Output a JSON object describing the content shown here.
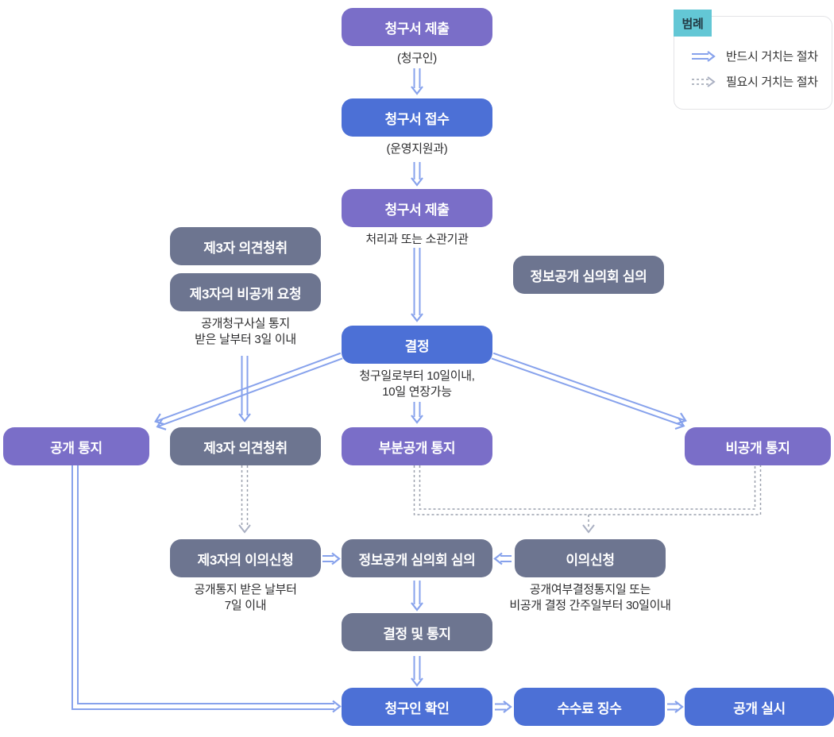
{
  "colors": {
    "purple": "#7a6ec8",
    "blue": "#4c70d6",
    "gray": "#6d7590",
    "teal": "#63c7d5",
    "arrow_blue": "#87a2ec",
    "arrow_gray": "#9aa0ad",
    "chev_gray": "#aab0c2"
  },
  "legend": {
    "title": "범례",
    "items": [
      {
        "label": "반드시 거치는 절차",
        "style": "solid"
      },
      {
        "label": "필요시 거치는 절차",
        "style": "dashed"
      }
    ]
  },
  "nodes": {
    "submit_request": {
      "label": "청구서 제출",
      "caption": "(청구인)"
    },
    "receive_request": {
      "label": "청구서 접수",
      "caption": "(운영지원과)"
    },
    "forward_request": {
      "label": "청구서 제출",
      "caption": "처리과 또는 소관기관"
    },
    "third_party_hearing_top": {
      "label": "제3자 의견청취"
    },
    "third_party_private_request": {
      "label": "제3자의 비공개 요청",
      "caption": "공개청구사실 통지\n받은 날부터 3일 이내"
    },
    "committee_review_top": {
      "label": "정보공개 심의회 심의"
    },
    "decision": {
      "label": "결정",
      "caption": "청구일로부터 10일이내,\n10일 연장가능"
    },
    "disclosure_notice": {
      "label": "공개 통지"
    },
    "third_party_hearing_mid": {
      "label": "제3자 의견청취"
    },
    "partial_disclosure_notice": {
      "label": "부분공개 통지"
    },
    "nondisclosure_notice": {
      "label": "비공개 통지"
    },
    "third_party_objection": {
      "label": "제3자의 이의신청",
      "caption": "공개통지 받은 날부터\n7일 이내"
    },
    "committee_review_mid": {
      "label": "정보공개 심의회 심의"
    },
    "objection": {
      "label": "이의신청",
      "caption": "공개여부결정통지일 또는\n비공개 결정 간주일부터 30일이내"
    },
    "decision_and_notice": {
      "label": "결정 및 통지"
    },
    "requester_confirmation": {
      "label": "청구인 확인"
    },
    "fee_collection": {
      "label": "수수료 징수"
    },
    "disclosure_execution": {
      "label": "공개 실시"
    }
  }
}
